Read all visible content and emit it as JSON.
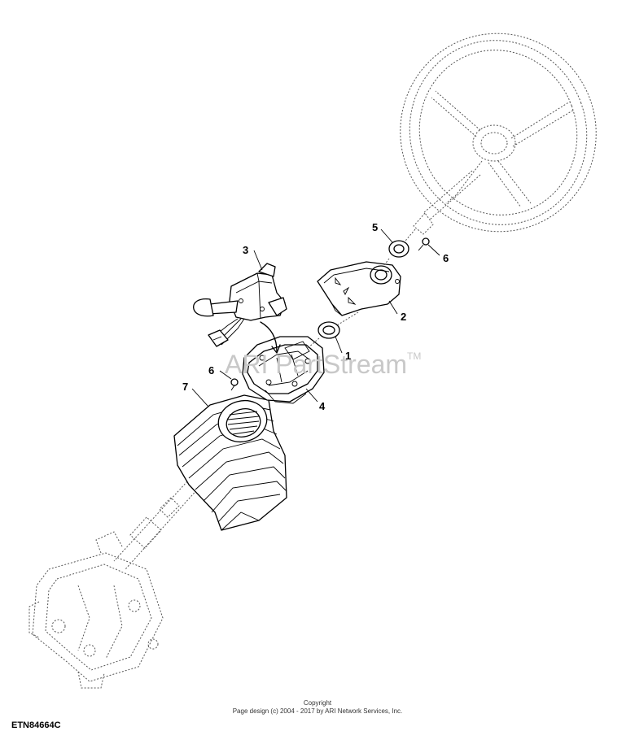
{
  "watermark": {
    "text": "ARI PartStream",
    "tm": "TM"
  },
  "callouts": {
    "c1": "1",
    "c2": "2",
    "c3": "3",
    "c4": "4",
    "c5": "5",
    "c6a": "6",
    "c6b": "6",
    "c7": "7"
  },
  "copyright": {
    "title": "Copyright",
    "line": "Page design (c) 2004 - 2017 by ARI Network Services, Inc."
  },
  "figure_id": "ETN84664C"
}
